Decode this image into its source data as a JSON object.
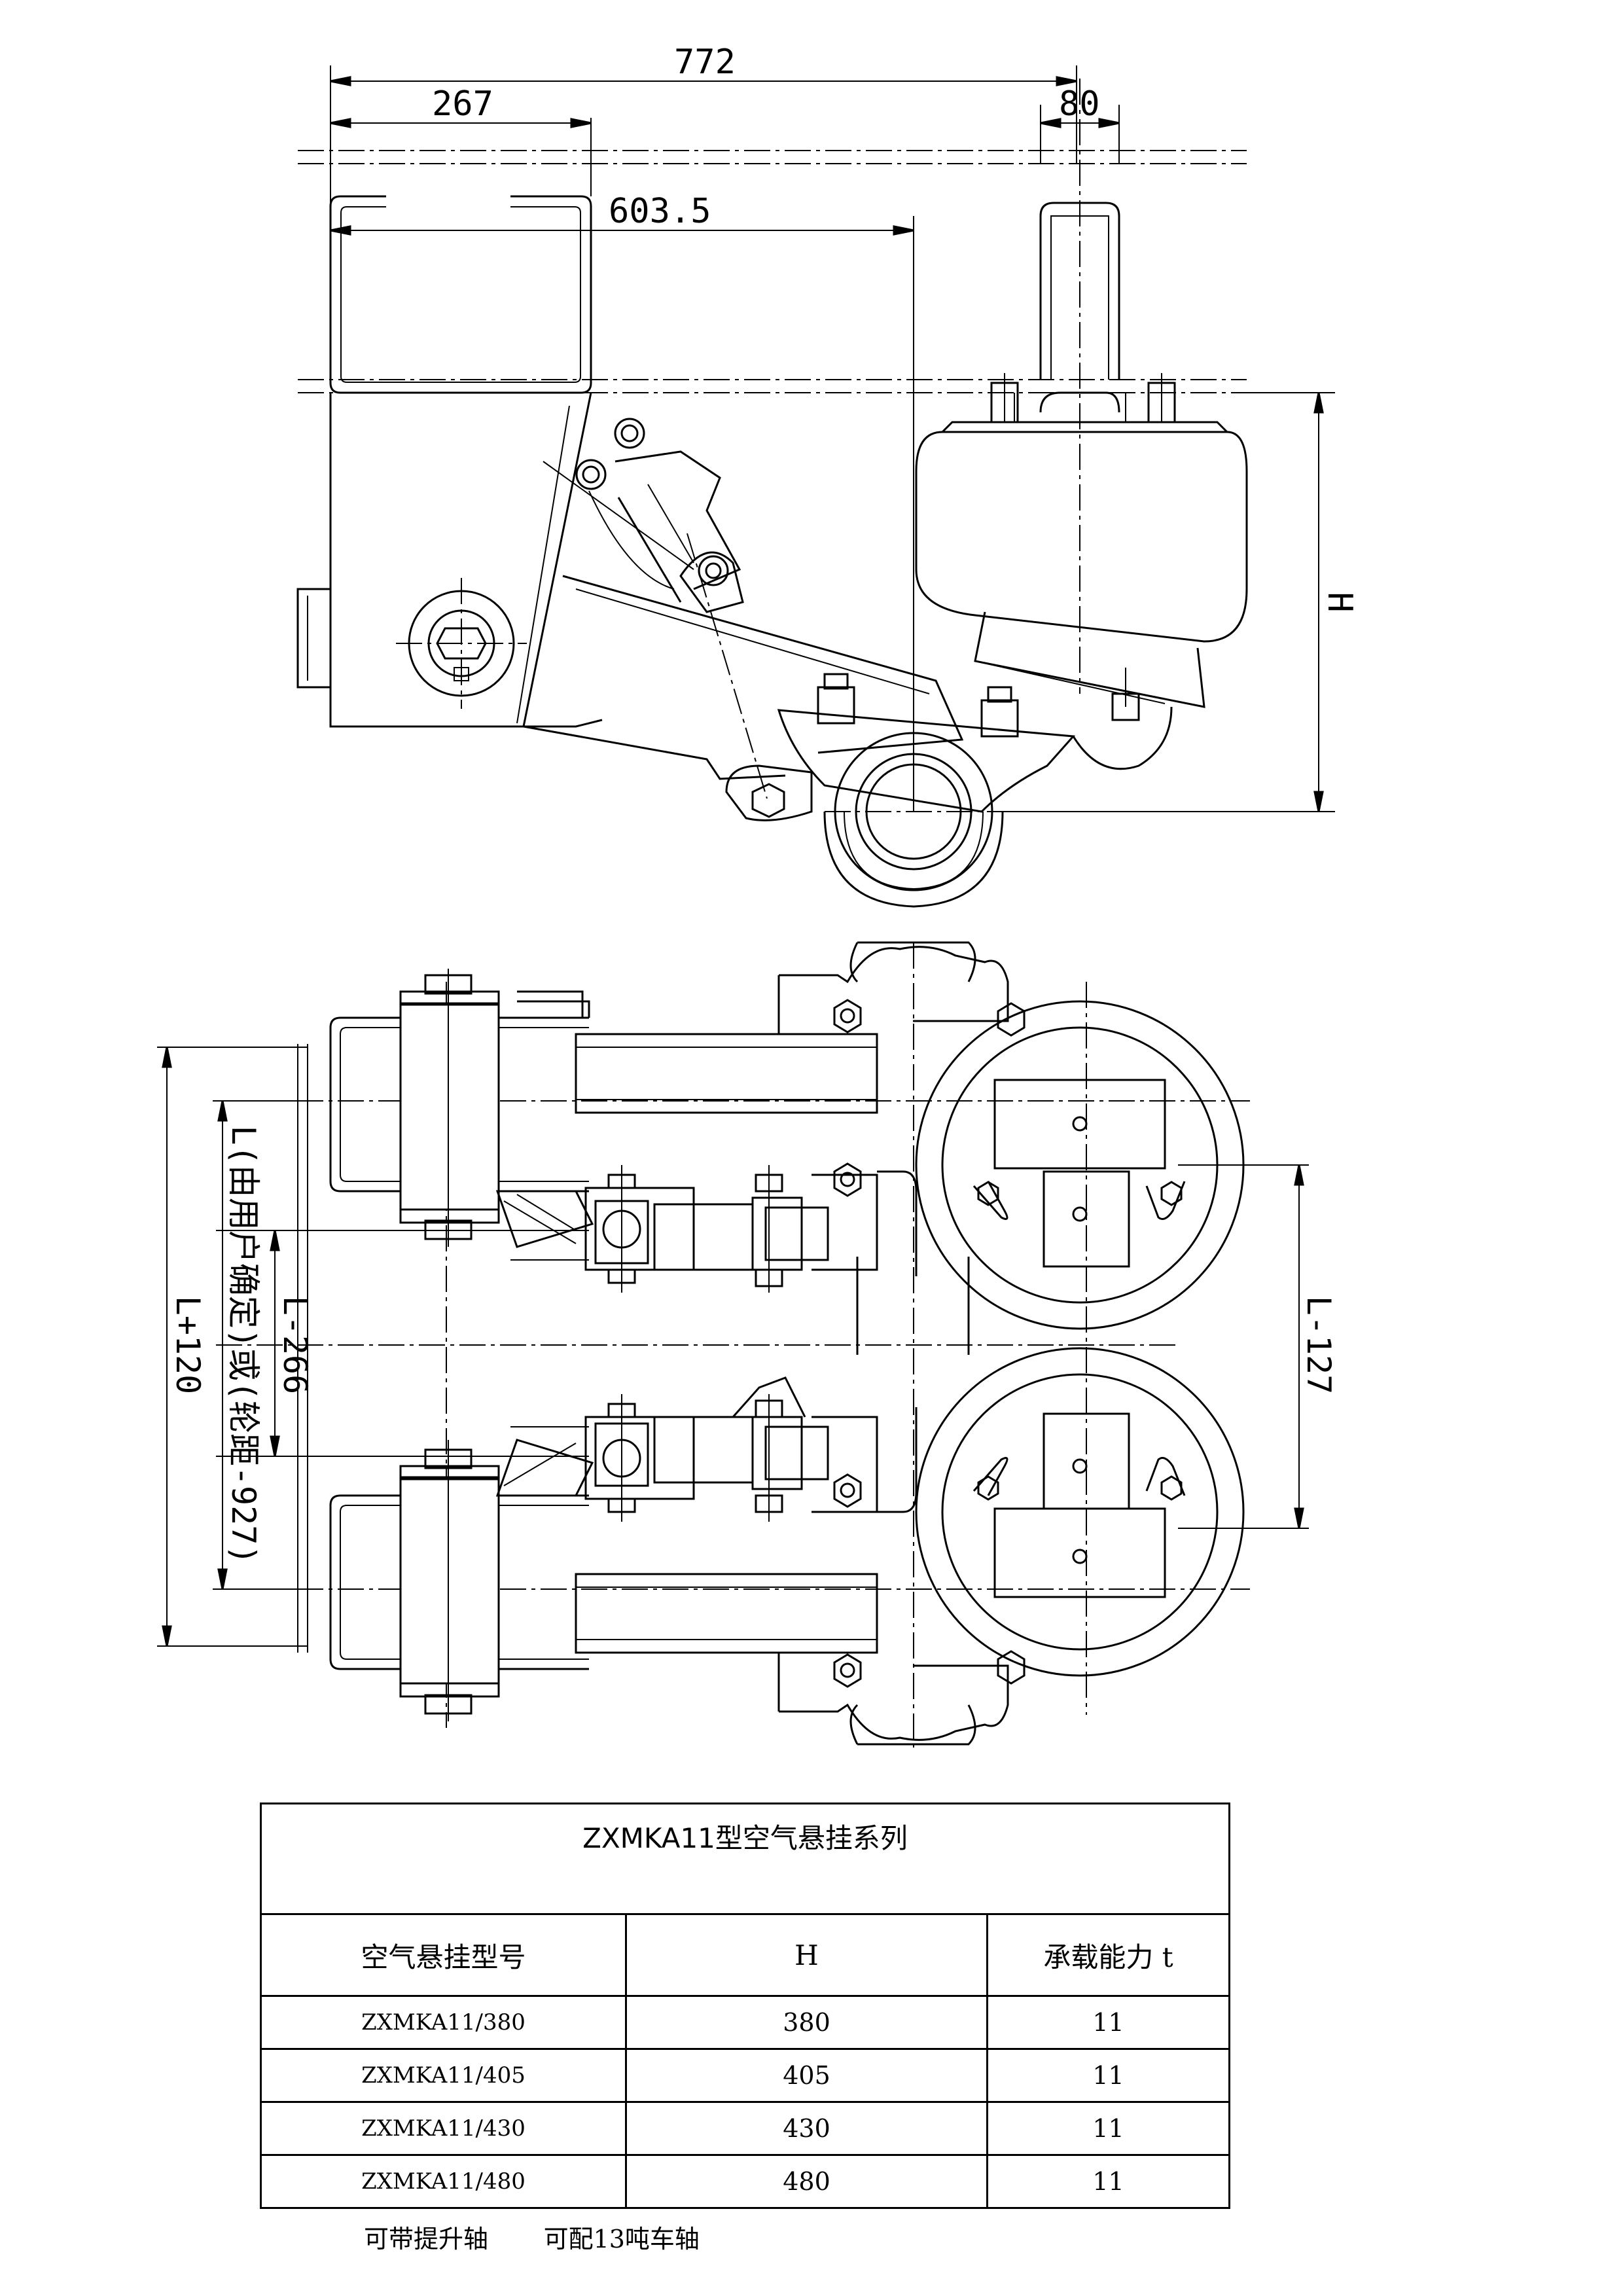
{
  "drawing": {
    "dimensions": {
      "overall_length": "772",
      "front_offset": "267",
      "top_bracket_width": "80",
      "axle_offset": "603.5",
      "height_label": "H",
      "plan_l_plus": "L+120",
      "plan_l_note": "L(由用户确定)或(轮距-927)",
      "plan_l_minus_266": "L-266",
      "plan_l_minus_127": "L-127"
    }
  },
  "table": {
    "title": "ZXMKA11型空气悬挂系列",
    "headers": [
      "空气悬挂型号",
      "H",
      "承载能力 t"
    ],
    "rows": [
      {
        "model": "ZXMKA11/380",
        "h": "380",
        "capacity": "11"
      },
      {
        "model": "ZXMKA11/405",
        "h": "405",
        "capacity": "11"
      },
      {
        "model": "ZXMKA11/430",
        "h": "430",
        "capacity": "11"
      },
      {
        "model": "ZXMKA11/480",
        "h": "480",
        "capacity": "11"
      }
    ]
  },
  "footnote": {
    "text_1": "可带提升轴",
    "text_2": "可配13吨车轴"
  }
}
